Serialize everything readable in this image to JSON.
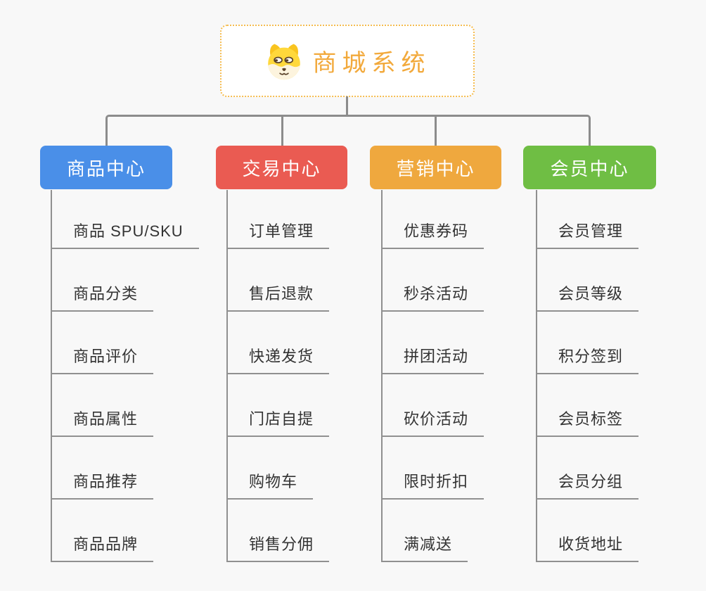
{
  "background": "#F8F8F8",
  "connector_color": "#8C8C8C",
  "leaf_line_color": "#909090",
  "leaf_text_color": "#333333",
  "root": {
    "title": "商城系统",
    "title_color": "#F2A93B",
    "border_color": "#F5BC4F",
    "icon": "dog-face-icon"
  },
  "branches": [
    {
      "label": "商品中心",
      "color": "#4A8FE8",
      "children": [
        "商品 SPU/SKU",
        "商品分类",
        "商品评价",
        "商品属性",
        "商品推荐",
        "商品品牌"
      ]
    },
    {
      "label": "交易中心",
      "color": "#EA5B52",
      "children": [
        "订单管理",
        "售后退款",
        "快递发货",
        "门店自提",
        "购物车",
        "销售分佣"
      ]
    },
    {
      "label": "营销中心",
      "color": "#EFA83E",
      "children": [
        "优惠券码",
        "秒杀活动",
        "拼团活动",
        "砍价活动",
        "限时折扣",
        "满减送"
      ]
    },
    {
      "label": "会员中心",
      "color": "#6FBE44",
      "children": [
        "会员管理",
        "会员等级",
        "积分签到",
        "会员标签",
        "会员分组",
        "收货地址"
      ]
    }
  ]
}
